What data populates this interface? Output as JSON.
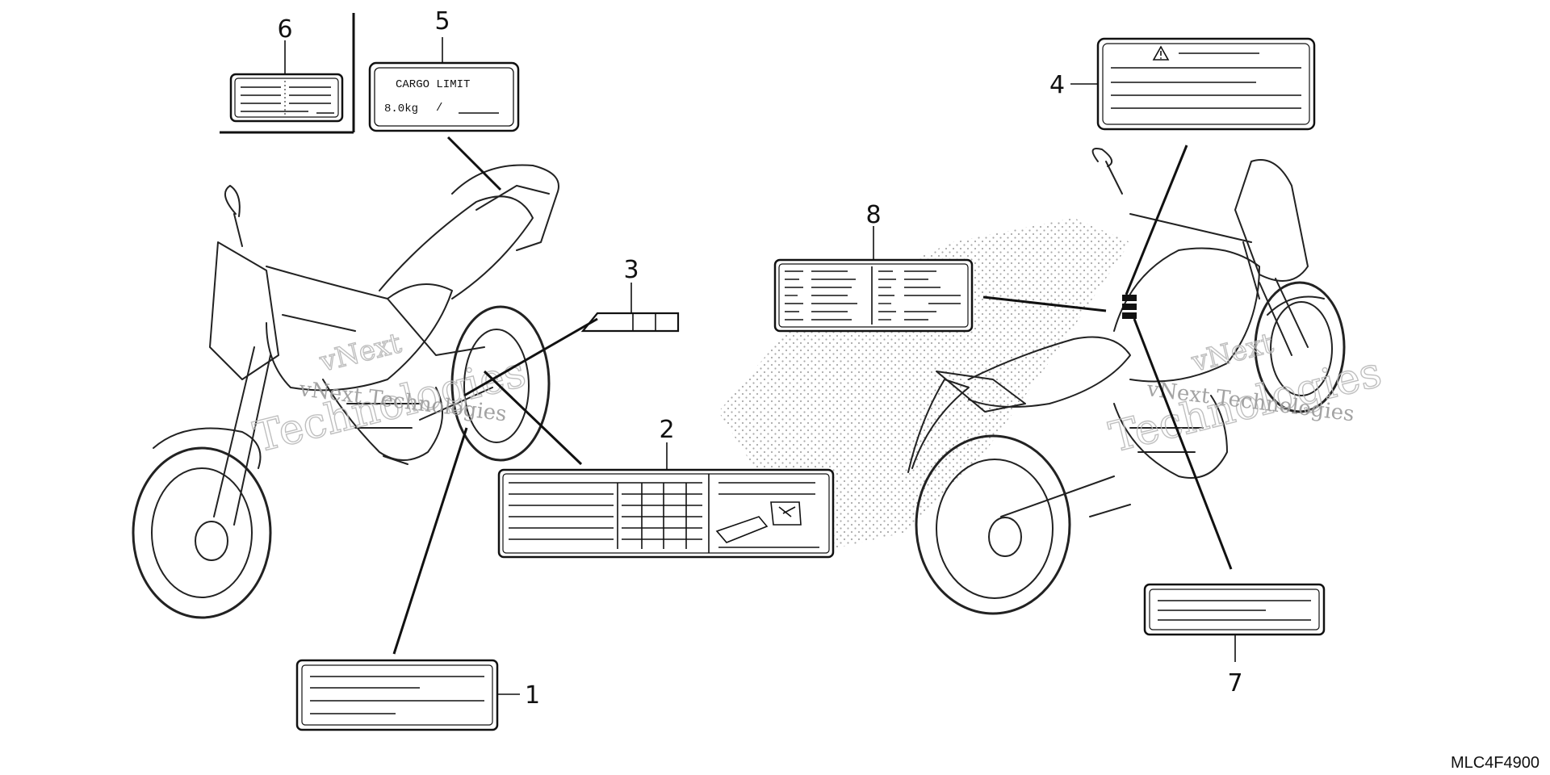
{
  "diagram": {
    "part_code": "MLC4F4900",
    "callouts": [
      "1",
      "2",
      "3",
      "4",
      "5",
      "6",
      "7",
      "8"
    ],
    "cargo_label": {
      "line1": "CARGO LIMIT",
      "line2": "8.0kg",
      "line2_suffix": "/"
    },
    "watermark": {
      "line1": "vNext Technologies",
      "line2": "Technologies",
      "line3": "vNext"
    },
    "icons": [
      "warning-triangle-icon"
    ]
  }
}
